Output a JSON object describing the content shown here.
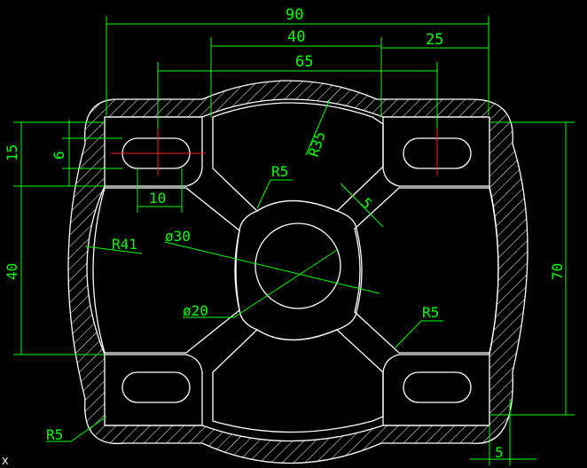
{
  "drawing": {
    "background": "#000000",
    "outline_color": "#ffffff",
    "dimension_color": "#00ff00",
    "centerline_color": "#ff2020"
  },
  "dimensions": {
    "overall_width": "90",
    "center_span": "40",
    "slot_pitch": "65",
    "right_offset": "25",
    "left_slot_height": "15",
    "slot_width": "6",
    "slot_length": "10",
    "left_height": "40",
    "right_height": "70",
    "bottom_offset": "5",
    "rib_width": "5"
  },
  "callouts": {
    "r35": "R35",
    "r5_top": "R5",
    "r41": "R41",
    "dia30": "ø30",
    "dia20": "ø20",
    "r5_right": "R5",
    "r5_bottom": "R5"
  },
  "corner_marker": "X"
}
